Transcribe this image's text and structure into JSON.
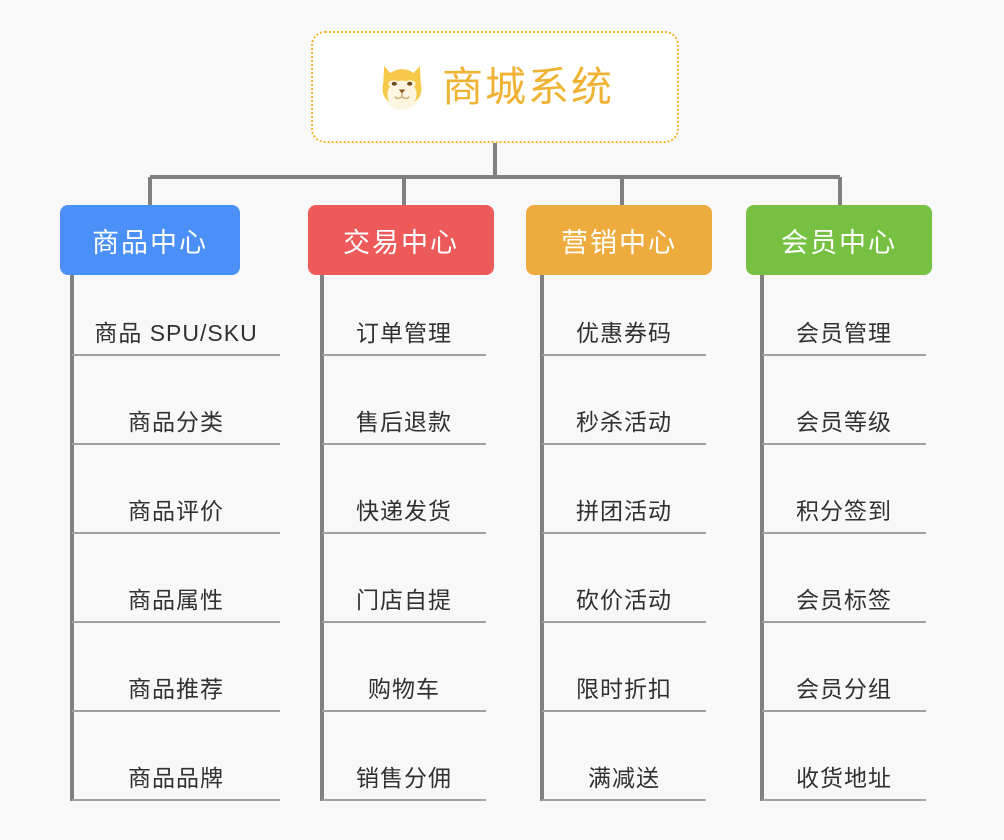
{
  "diagram": {
    "type": "mindmap",
    "background_color": "#f8f8f8",
    "root": {
      "label": "商城系统",
      "icon": "shiba-dog-face-icon",
      "text_color": "#f0b232",
      "border_color": "#f2b42e",
      "background_color": "#ffffff"
    },
    "connector_color": "#808080",
    "leaf_line_color": "#a0a0a0",
    "leaf_text_color": "#303133",
    "categories": [
      {
        "label": "商品中心",
        "color": "#4a90f7",
        "items": [
          "商品 SPU/SKU",
          "商品分类",
          "商品评价",
          "商品属性",
          "商品推荐",
          "商品品牌"
        ]
      },
      {
        "label": "交易中心",
        "color": "#ec5a5a",
        "items": [
          "订单管理",
          "售后退款",
          "快递发货",
          "门店自提",
          "购物车",
          "销售分佣"
        ]
      },
      {
        "label": "营销中心",
        "color": "#eeac3e",
        "items": [
          "优惠券码",
          "秒杀活动",
          "拼团活动",
          "砍价活动",
          "限时折扣",
          "满减送"
        ]
      },
      {
        "label": "会员中心",
        "color": "#76c142",
        "items": [
          "会员管理",
          "会员等级",
          "积分签到",
          "会员标签",
          "会员分组",
          "收货地址"
        ]
      }
    ]
  }
}
